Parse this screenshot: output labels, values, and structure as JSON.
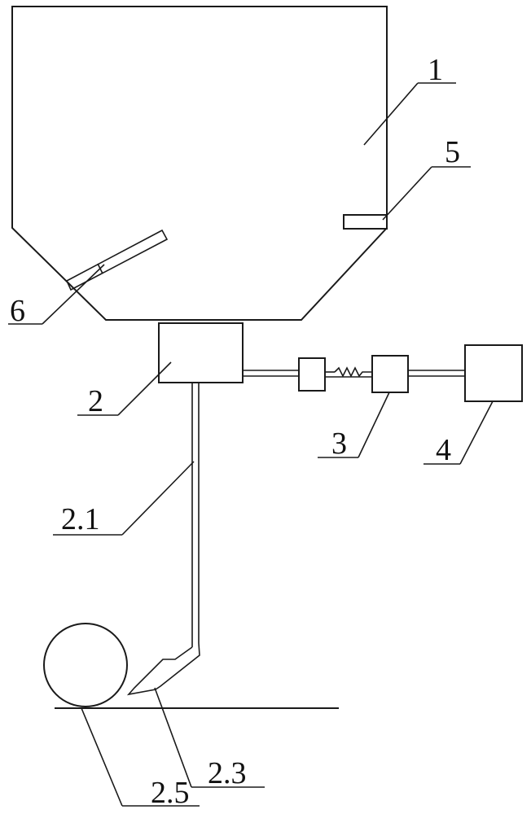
{
  "labels": {
    "hopper": "1",
    "feeder_box": "2",
    "rod": "2.1",
    "scraper": "2.3",
    "roller": "2.5",
    "connector_block": "3",
    "motor": "4",
    "level_sensor": "5",
    "baffle": "6"
  }
}
